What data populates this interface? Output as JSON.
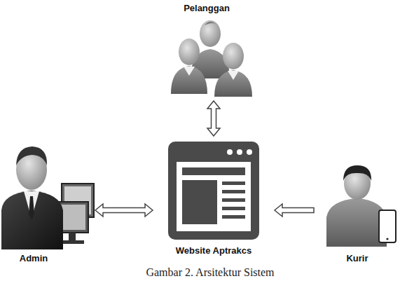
{
  "diagram": {
    "caption": "Gambar 2. Arsitektur Sistem",
    "nodes": [
      {
        "text": [
          "Pelanggan"
        ]
      },
      {
        "text": [
          "Admin"
        ]
      },
      {
        "text": [
          "Website Aptrakcs"
        ]
      },
      {
        "text": [
          "Kurir"
        ]
      }
    ],
    "edges": [
      {
        "from": 0,
        "to": 2,
        "arrow": "both"
      },
      {
        "from": 1,
        "to": 2,
        "arrow": "both"
      },
      {
        "from": 3,
        "to": 2,
        "arrow": "to"
      }
    ]
  }
}
